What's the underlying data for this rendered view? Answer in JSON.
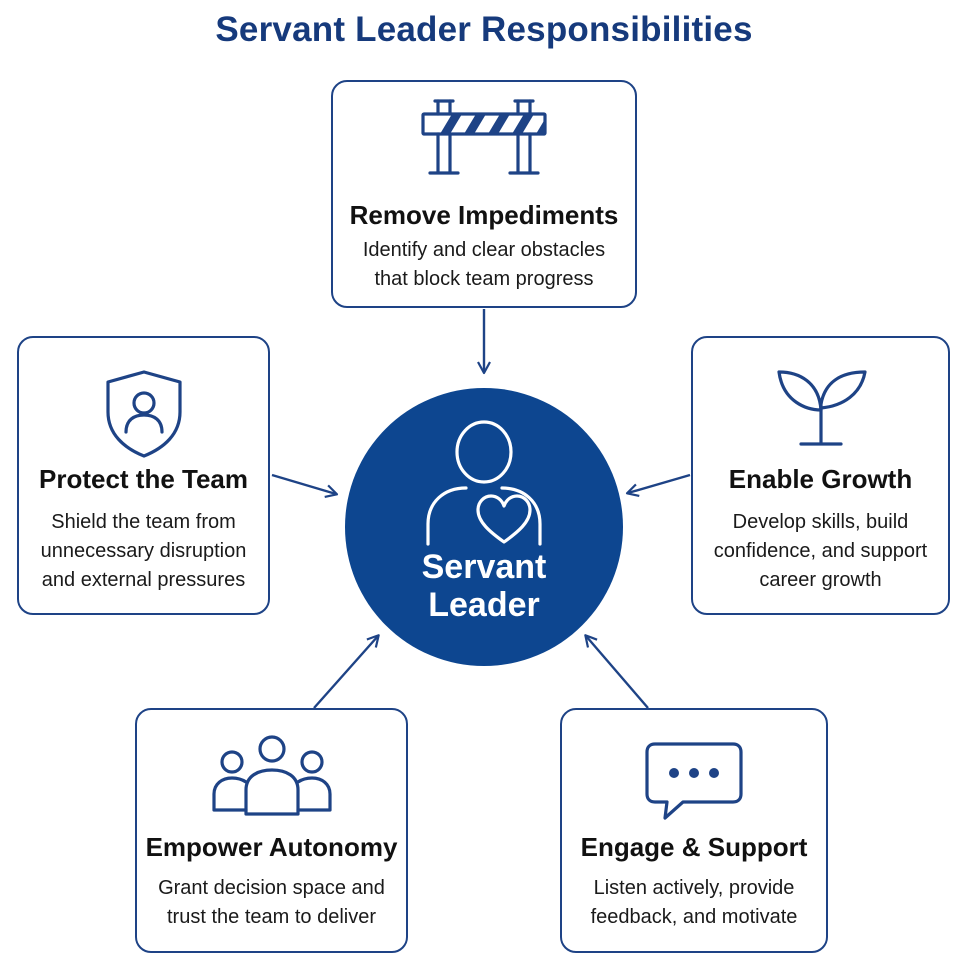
{
  "title": "Servant Leader Responsibilities",
  "center": {
    "label": "Servant\nLeader",
    "icon": "person-heart-icon"
  },
  "colors": {
    "primary": "#0d4690",
    "title": "#163a7c",
    "border": "#1e4386"
  },
  "cards": {
    "top": {
      "heading": "Remove Impediments",
      "description": "Identify and clear obstacles\nthat block team progress",
      "icon": "barrier-icon"
    },
    "left": {
      "heading": "Protect the Team",
      "description": "Shield the team from\nunnecessary disruption\nand external pressures",
      "icon": "shield-person-icon"
    },
    "right": {
      "heading": "Enable Growth",
      "description": "Develop skills, build\nconfidence, and support\ncareer growth",
      "icon": "sprout-icon"
    },
    "bottom_left": {
      "heading": "Empower Autonomy",
      "description": "Grant decision space and\ntrust the team to deliver",
      "icon": "team-icon"
    },
    "bottom_right": {
      "heading": "Engage & Support",
      "description": "Listen actively, provide\nfeedback, and motivate",
      "icon": "chat-bubble-icon"
    }
  }
}
